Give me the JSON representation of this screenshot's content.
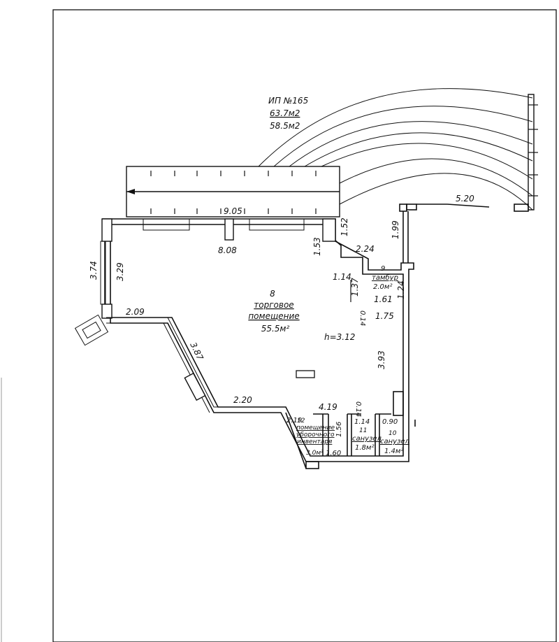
{
  "header": {
    "title": "ИП №165",
    "area_total": "63.7м2",
    "area_net": "58.5м2"
  },
  "dimensions": {
    "top_width": "9.05",
    "inner_width": "8.08",
    "pier_right": "1.52",
    "pier_left": "1.53",
    "left_wall": "3.74",
    "left_window": "3.29",
    "vestibule_wall": "1.99",
    "vestibule_width": "2.24",
    "step_a": "1.14",
    "step_b": "1.37",
    "step_c": "0.14",
    "right_seg_a": "1.24",
    "right_seg_b": "1.61",
    "right_seg_c": "1.75",
    "right_wall": "3.93",
    "diag_a": "2.09",
    "diag_b": "3.87",
    "diag_c": "2.20",
    "bottom_a": "4.19",
    "bottom_b": "0.14",
    "bottom_c": "2.19",
    "bottom_d": "1.14",
    "bottom_e": "0.90",
    "bottom_f": "1.56",
    "bottom_g": "1.60",
    "arc_span": "5.20"
  },
  "rooms": {
    "main": {
      "number": "8",
      "name_line1": "торговое",
      "name_line2": "помещение",
      "area": "55.5м²",
      "height": "h=3.12"
    },
    "vestibule": {
      "number": "9",
      "name": "тамбур",
      "area": "2.0м²"
    },
    "wc_a": {
      "number": "10",
      "name": "санузел",
      "area": "1.4м²"
    },
    "wc_b": {
      "number": "11",
      "name": "санузел",
      "area": "1.8м²"
    },
    "storage": {
      "number": "12",
      "name_line1": "помещение",
      "name_line2": "уборочного",
      "name_line3": "инвентаря",
      "area": "3.0м²"
    }
  }
}
